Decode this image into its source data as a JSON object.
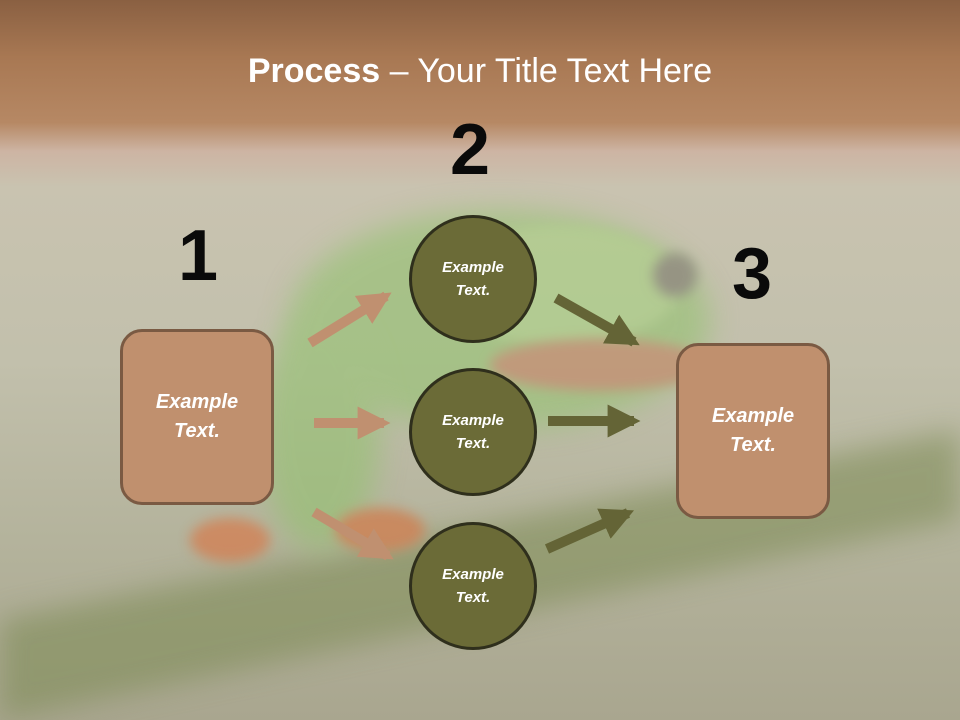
{
  "title": {
    "bold": "Process",
    "rest": " – Your Title Text Here"
  },
  "steps": {
    "one": "1",
    "two": "2",
    "three": "3"
  },
  "left_box": {
    "text": "Example\nText."
  },
  "right_box": {
    "text": "Example\nText."
  },
  "circles": [
    {
      "text": "Example\nText."
    },
    {
      "text": "Example\nText."
    },
    {
      "text": "Example\nText."
    }
  ],
  "colors": {
    "box_fill": "#c0906e",
    "box_border": "#7a5a43",
    "circle_fill": "#6b6b37",
    "circle_border": "#2f2f1c",
    "left_arrow": "#c09070",
    "right_arrow": "#646436"
  }
}
